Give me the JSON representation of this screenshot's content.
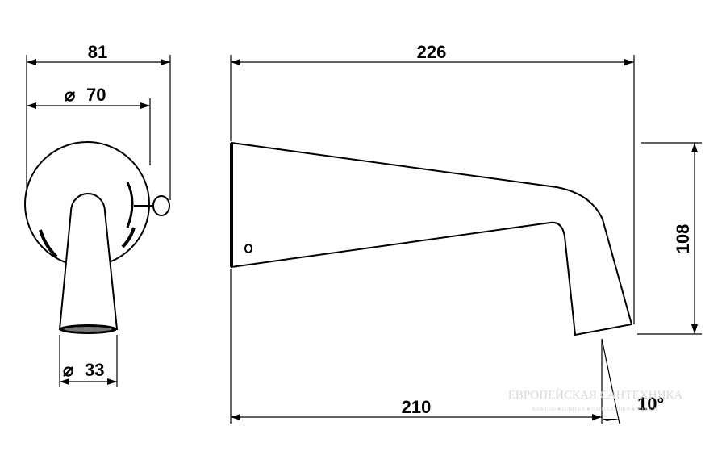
{
  "dimensions": {
    "width_total": "81",
    "diameter_plate": "70",
    "diameter_outlet": "33",
    "length_total": "226",
    "length_lower": "210",
    "height": "108",
    "angle": "10°"
  },
  "symbols": {
    "diameter": "⌀"
  },
  "watermark": {
    "title": "ЕВРОПЕЙСКАЯ САНТЕХНИКА",
    "subtitle": "КАМЕНЬ ● ПЛИТКА ● САНТЕХНИКА ● МЕБЕЛЬ"
  },
  "colors": {
    "line": "#000000",
    "background": "#ffffff",
    "watermark": "#d8d8d8"
  }
}
